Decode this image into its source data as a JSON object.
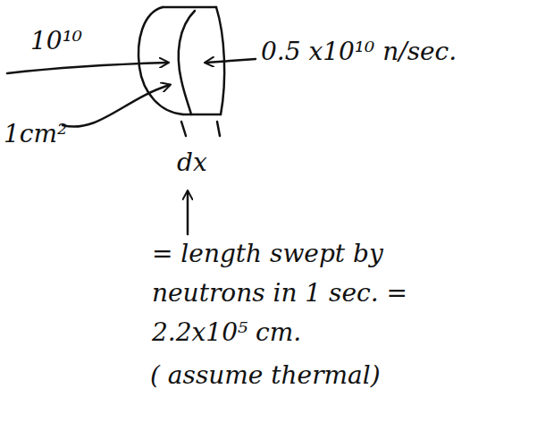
{
  "diagram": {
    "labels": [
      "10¹⁰",
      "0.5 x10¹⁰ n/sec.",
      "1cm²",
      "dx",
      "= length swept by neutrons in 1 sec. = 2.2x10⁵ cm.",
      "( assume thermal)"
    ]
  }
}
